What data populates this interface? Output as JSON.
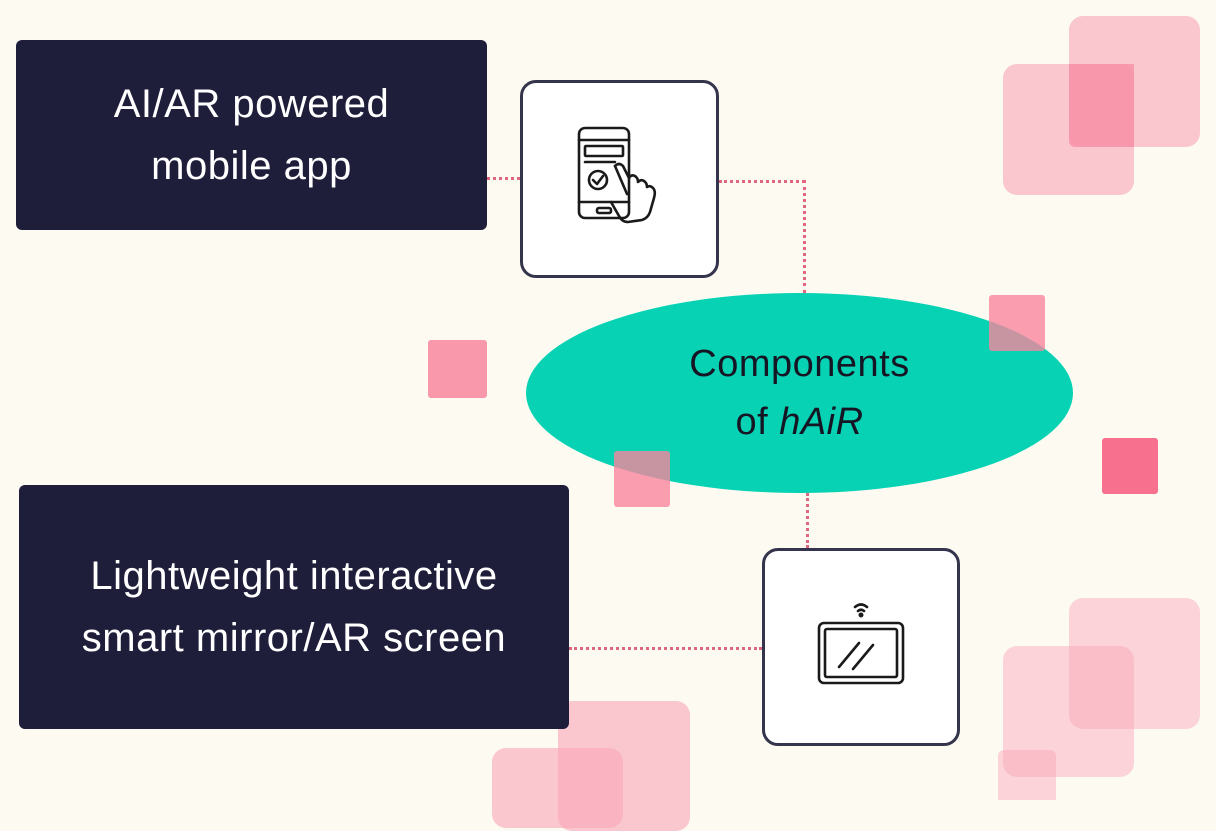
{
  "diagram": {
    "center_node": {
      "line1": "Components",
      "line2_prefix": "of ",
      "line2_emphasis": "hAiR",
      "fill_color": "#07d3b4"
    },
    "components": [
      {
        "id": "app",
        "label": "AI/AR powered\nmobile app",
        "icon": "phone-touch-check-icon"
      },
      {
        "id": "mirror",
        "label": "Lightweight interactive\nsmart mirror/AR screen",
        "icon": "smart-screen-wifi-icon"
      }
    ],
    "colors": {
      "background": "#fdfaf2",
      "label_box": "#1e1d3a",
      "label_text": "#ffffff",
      "connector": "#e0657f",
      "decoration_pink": "#f8a5b7",
      "icon_stroke": "#1a1a1a"
    }
  }
}
